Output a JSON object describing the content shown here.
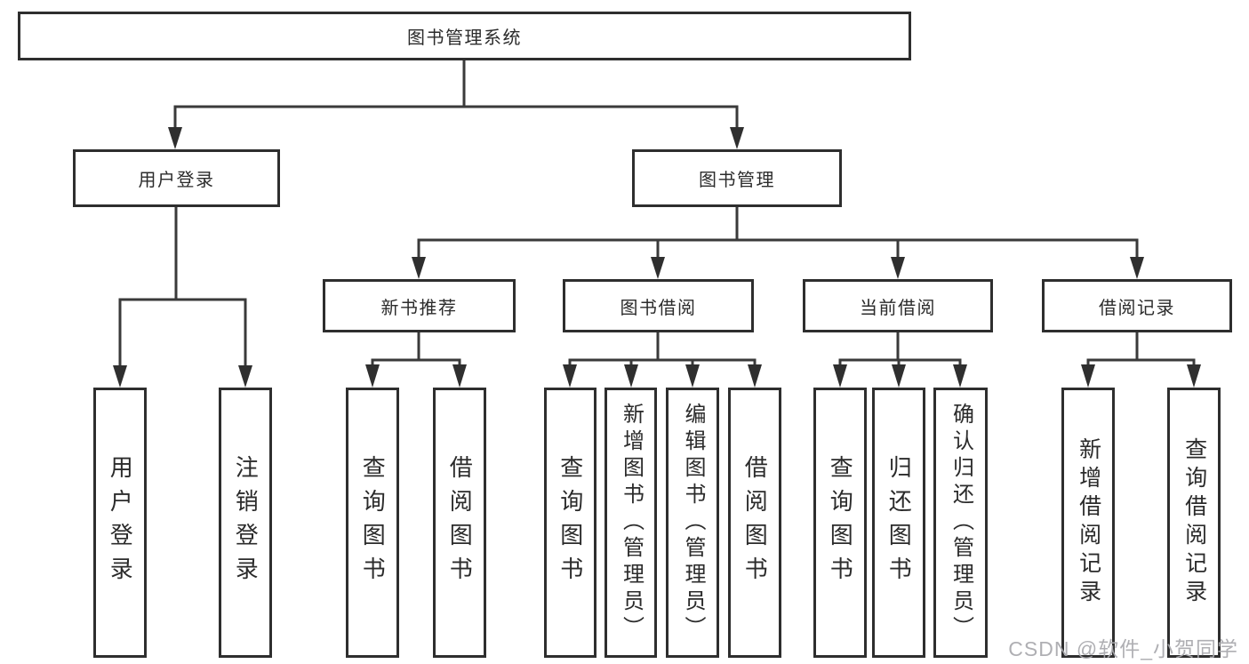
{
  "diagram": {
    "type": "hierarchy-tree",
    "colors": {
      "background": "#ffffff",
      "box_border": "#2e2e2e",
      "connector_line": "#3a3a3a",
      "arrowhead": "#2f2f2f",
      "text": "#2b2b2b",
      "watermark": "#a8a8ac"
    },
    "tree": {
      "label": "图书管理系统",
      "children": [
        {
          "label": "用户登录",
          "children": [
            {
              "label": "用户登录"
            },
            {
              "label": "注销登录"
            }
          ]
        },
        {
          "label": "图书管理",
          "children": [
            {
              "label": "新书推荐",
              "children": [
                {
                  "label": "查询图书"
                },
                {
                  "label": "借阅图书"
                }
              ]
            },
            {
              "label": "图书借阅",
              "children": [
                {
                  "label": "查询图书"
                },
                {
                  "label": "新增图书（管理员）"
                },
                {
                  "label": "编辑图书（管理员）"
                },
                {
                  "label": "借阅图书"
                }
              ]
            },
            {
              "label": "当前借阅",
              "children": [
                {
                  "label": "查询图书"
                },
                {
                  "label": "归还图书"
                },
                {
                  "label": "确认归还（管理员）"
                }
              ]
            },
            {
              "label": "借阅记录",
              "children": [
                {
                  "label": "新增借阅记录"
                },
                {
                  "label": "查询借阅记录"
                }
              ]
            }
          ]
        }
      ]
    }
  },
  "watermark": {
    "text": "CSDN @软件_小贺同学"
  }
}
